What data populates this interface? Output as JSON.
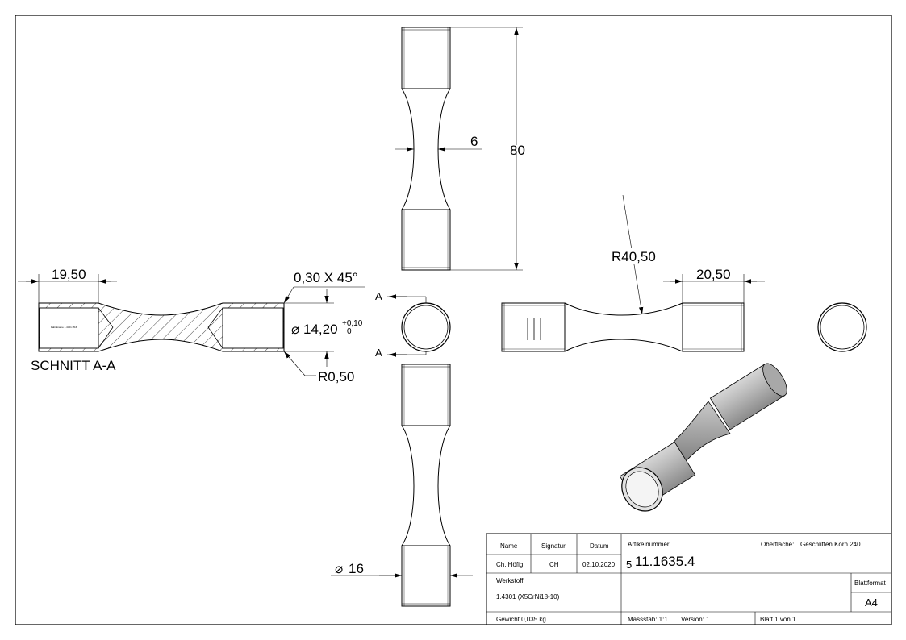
{
  "dimensions": {
    "left_length": "19,50",
    "chamfer": "0,30 X 45°",
    "diameter": "14,20",
    "tol_upper": "+0,10",
    "tol_lower": "0",
    "radius_small": "R0,50",
    "section_label": "SCHNITT A-A",
    "section_letter_top": "A",
    "section_letter_bottom": "A",
    "top_waist": "6",
    "top_length": "80",
    "bottom_diameter": "16",
    "radius_large": "R40,50",
    "right_length": "20,50",
    "engraving": "Fabrikname 1.4301 Ø16"
  },
  "title_block": {
    "name_header": "Name",
    "signatur_header": "Signatur",
    "datum_header": "Datum",
    "name_value": "Ch. Höfig",
    "signatur_value": "CH",
    "datum_value": "02.10.2020",
    "artikel_label": "Artikelnummer",
    "artikel_prefix": "5",
    "artikel_value": "11.1635.4",
    "oberflaeche_label": "Oberfläche:",
    "oberflaeche_value": "Geschliffen Korn 240",
    "werkstoff_label": "Werkstoff:",
    "werkstoff_value": "1.4301 (X5CrNi18-10)",
    "blattformat_label": "Blattformat",
    "blattformat_value": "A4",
    "gewicht": "Gewicht 0,035 kg",
    "massstab": "Massstab: 1:1",
    "version": "Version: 1",
    "blatt": "Blatt 1 von 1"
  }
}
